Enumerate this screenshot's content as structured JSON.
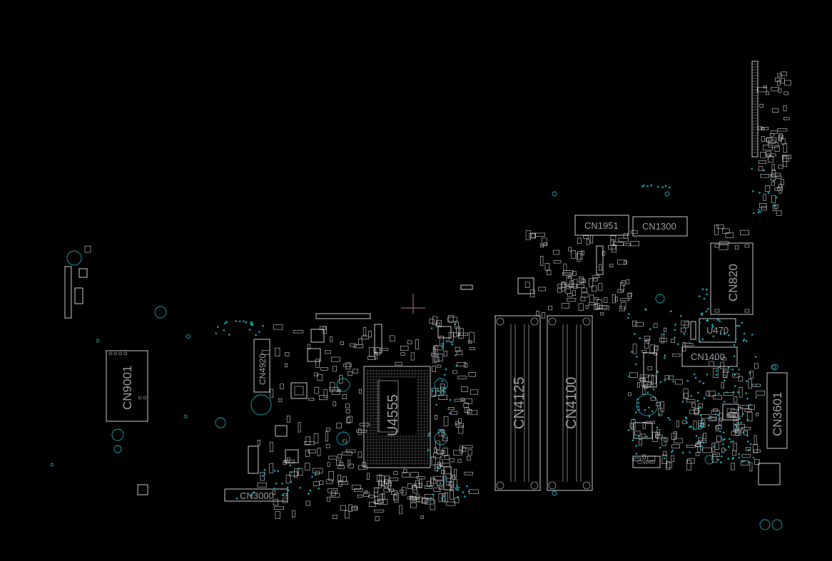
{
  "board": {
    "background": "#000000",
    "outline_color": "#c8c8c8",
    "via_color": "#1aa3b0",
    "label_color": "#9c9c9c",
    "components": {
      "cn9001": "CN9001",
      "cn4920": "CN4920",
      "cn3000": "CN3000",
      "u4555": "U4555",
      "cn4125": "CN4125",
      "cn4100": "CN4100",
      "cn1951": "CN1951",
      "cn1300": "CN1300",
      "cn820": "CN820",
      "u470": "U470",
      "cn1400": "CN1400",
      "cn3601": "CN3601",
      "cn640": "CN640"
    }
  }
}
